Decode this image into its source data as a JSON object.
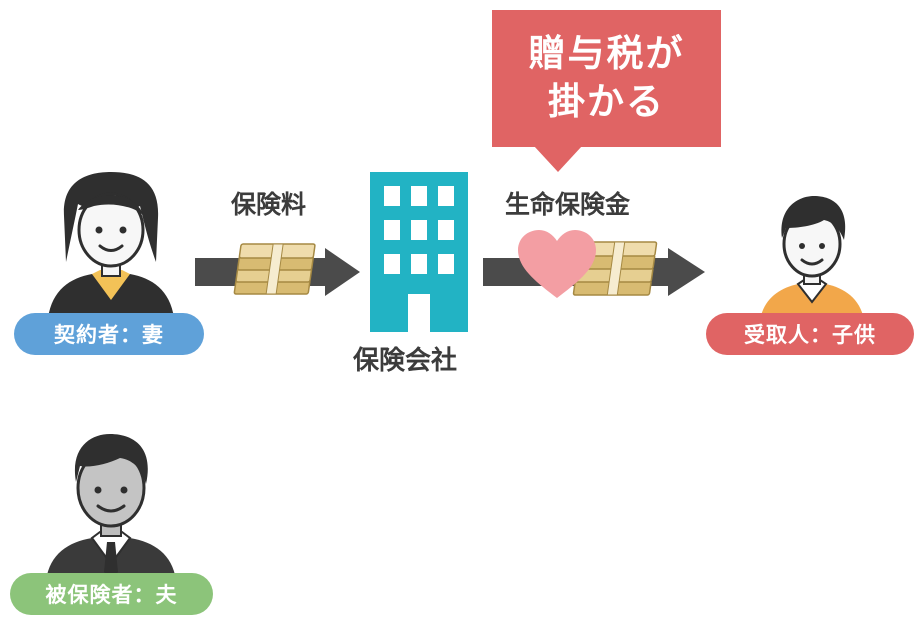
{
  "callout": {
    "line1": "贈与税が",
    "line2": "掛かる",
    "color": "#e06464"
  },
  "flows": {
    "premium_label": "保険料",
    "benefit_label": "生命保険金"
  },
  "insurer": {
    "label": "保険会社",
    "icon": "office-building-icon"
  },
  "people": {
    "contractor": {
      "label": "契約者：妻",
      "color": "#5fa1d9",
      "icon": "woman-avatar-icon"
    },
    "recipient": {
      "label": "受取人：子供",
      "color": "#e06464",
      "icon": "man-orange-shirt-avatar-icon"
    },
    "insured": {
      "label": "被保険者：夫",
      "color": "#8cc47a",
      "icon": "man-gray-avatar-icon"
    }
  },
  "colors": {
    "arrow": "#4b4b4b",
    "building": "#22b3c4",
    "heart": "#f39ea3",
    "money": "#e6cf91"
  }
}
